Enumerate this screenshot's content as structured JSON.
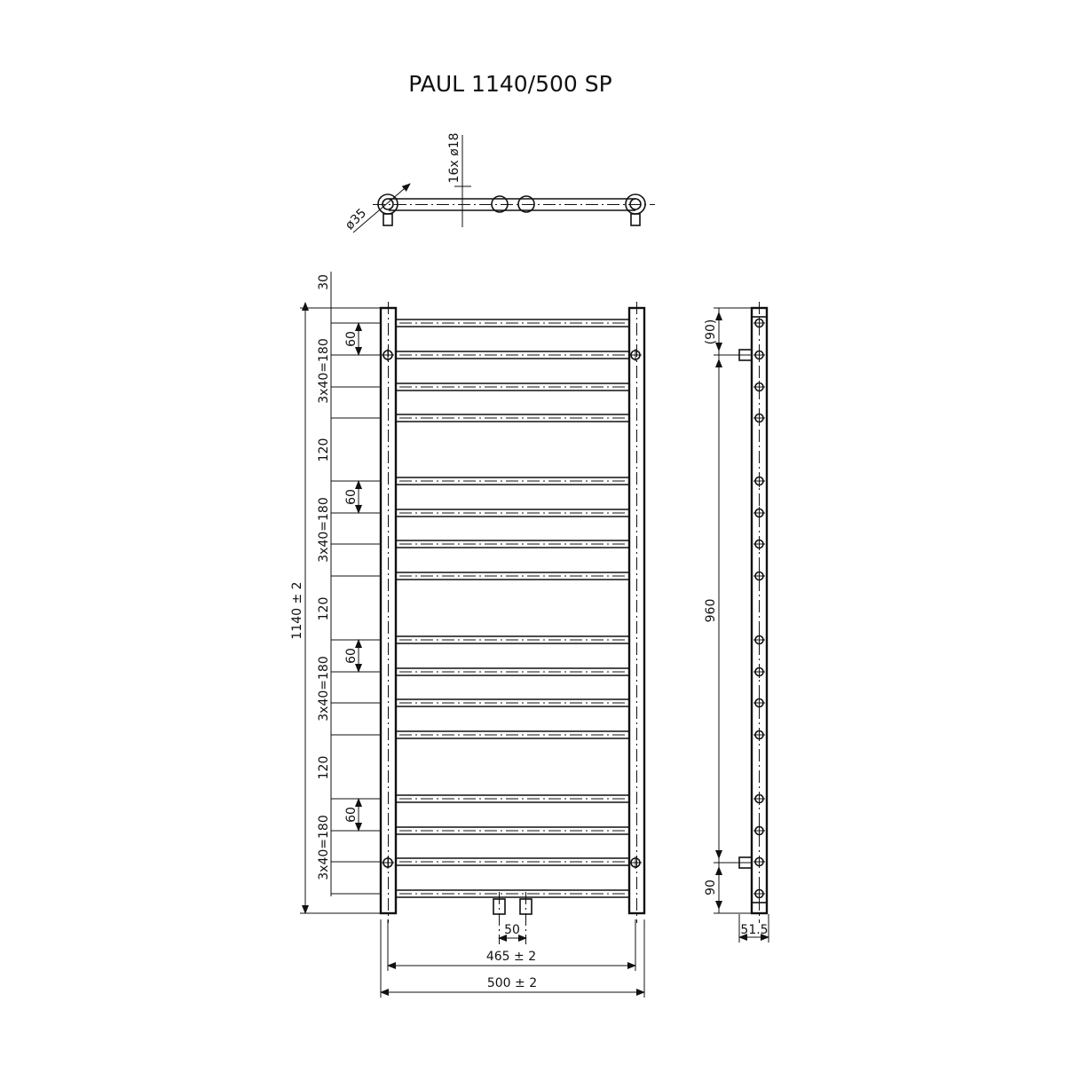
{
  "title": "PAUL 1140/500 SP",
  "top_view": {
    "tube_diameter": "ø35",
    "bars_spec": "16x ø18"
  },
  "front_view": {
    "top_offset": "30",
    "total_height": "1140 ± 2",
    "group_spacing": [
      "3x40=180",
      "3x40=180",
      "3x40=180",
      "3x40=180"
    ],
    "group_gap": [
      "120",
      "120",
      "120"
    ],
    "mount_offset": [
      "60",
      "60",
      "60",
      "60"
    ],
    "connection_spacing": "50",
    "axis_width": "465 ± 2",
    "total_width": "500 ± 2"
  },
  "side_view": {
    "top_mount": "(90)",
    "mount_distance": "960",
    "bottom_mount": "90",
    "depth": "51.5"
  }
}
